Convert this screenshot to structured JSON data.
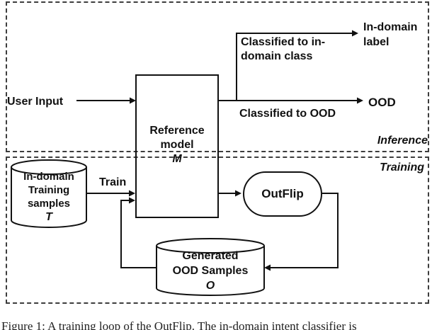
{
  "figure": {
    "regions": {
      "inference": "Inference",
      "training": "Training"
    },
    "nodes": {
      "user_input": "User Input",
      "reference_model": [
        "Reference",
        "model"
      ],
      "reference_model_symbol": "M",
      "training_samples": [
        "In-domain",
        "Training",
        "samples"
      ],
      "training_samples_symbol": "T",
      "outflip": "OutFlip",
      "generated_ood": [
        "Generated",
        "OOD Samples"
      ],
      "generated_ood_symbol": "O"
    },
    "labels": {
      "train": "Train",
      "classified_in_domain_1": "Classified to in-",
      "classified_in_domain_2": "domain class",
      "classified_ood": "Classified to OOD",
      "in_domain_out_1": "In-domain",
      "in_domain_out_2": "label",
      "ood_out": "OOD"
    },
    "caption": "Figure 1: A training loop of the OutFlip. The in-domain intent classifier is"
  }
}
